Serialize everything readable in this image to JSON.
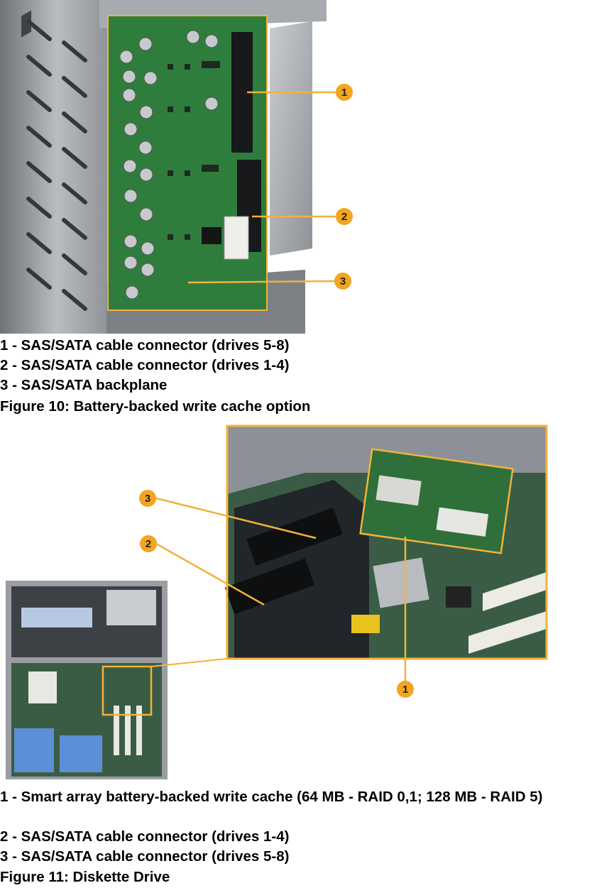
{
  "figure_top": {
    "callouts": [
      "1",
      "2",
      "3"
    ],
    "captions": [
      "1 - SAS/SATA cable connector (drives 5-8)",
      "2 - SAS/SATA cable connector (drives 1-4)",
      "3 - SAS/SATA backplane"
    ]
  },
  "figure10_title": "Figure 10: Battery-backed write cache option",
  "figure_bottom": {
    "callouts": [
      "3",
      "2",
      "1"
    ],
    "captions": [
      "1 - Smart array battery-backed write cache (64 MB - RAID 0,1; 128 MB - RAID 5)",
      "2 - SAS/SATA cable connector (drives 1-4)",
      "3 - SAS/SATA cable connector (drives 5-8)"
    ]
  },
  "figure11_title": "Figure 11: Diskette Drive",
  "colors": {
    "callout": "#f3a51f",
    "highlight": "#f2b23a",
    "board_green": "#2f7d3c",
    "chassis_gray": "#9a9ea3"
  }
}
